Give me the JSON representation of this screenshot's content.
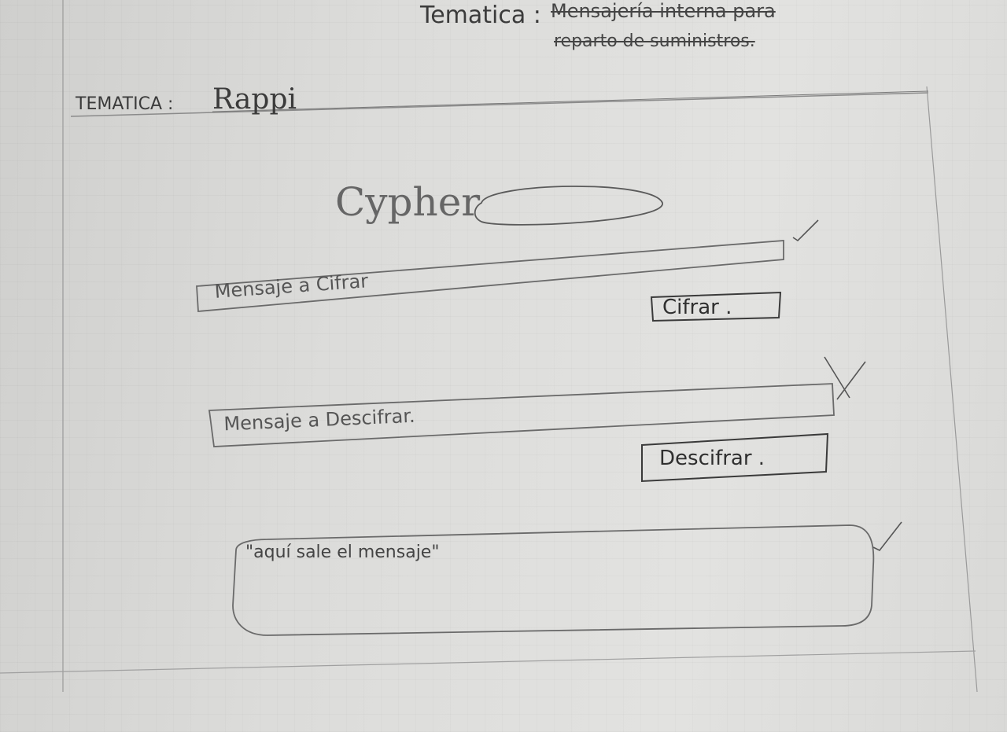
{
  "header": {
    "tematica_label": "Tematica :",
    "crossed_line_1": "Mensajería interna para",
    "crossed_line_2": "reparto de suministros."
  },
  "frame": {
    "tematica_label": "TEMATICA :",
    "tematica_value": "Rappi"
  },
  "app": {
    "title": "Cypher",
    "cipher_input_placeholder": "Mensaje a Cifrar",
    "cipher_button_label": "Cifrar .",
    "decipher_input_placeholder": "Mensaje a Descifrar.",
    "decipher_button_label": "Descifrar .",
    "output_text": "\"aquí sale el mensaje\""
  },
  "marks": {
    "cipher_input": "check",
    "decipher_input": "cross",
    "output_box": "check"
  },
  "colors": {
    "pencil": "#555555",
    "ink": "#2f2f2f",
    "paper": "#dcdcda"
  }
}
